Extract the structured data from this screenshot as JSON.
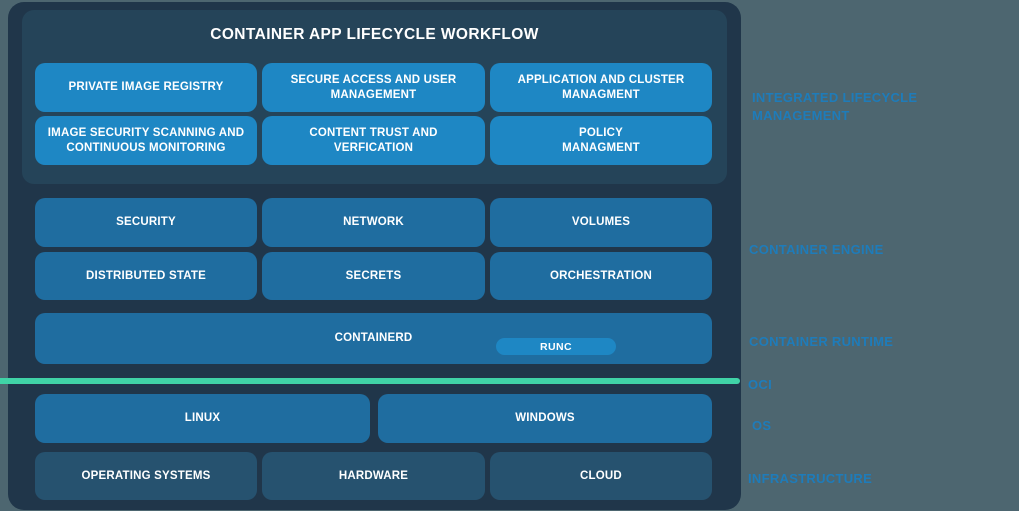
{
  "diagram": {
    "title": "CONTAINER APP LIFECYCLE WORKFLOW",
    "integrated_lifecycle": {
      "row1": [
        "PRIVATE IMAGE REGISTRY",
        "SECURE ACCESS AND USER\nMANAGEMENT",
        "APPLICATION AND CLUSTER\nMANAGMENT"
      ],
      "row2": [
        "IMAGE SECURITY SCANNING AND\nCONTINUOUS MONITORING",
        "CONTENT TRUST AND\nVERFICATION",
        "POLICY\nMANAGMENT"
      ]
    },
    "container_engine": {
      "row1": [
        "SECURITY",
        "NETWORK",
        "VOLUMES"
      ],
      "row2": [
        "DISTRIBUTED STATE",
        "SECRETS",
        "ORCHESTRATION"
      ]
    },
    "container_runtime": {
      "containerd": "CONTAINERD",
      "runc": "RUNC"
    },
    "os": [
      "LINUX",
      "WINDOWS"
    ],
    "infrastructure": [
      "OPERATING SYSTEMS",
      "HARDWARE",
      "CLOUD"
    ]
  },
  "side_labels": {
    "integrated_lifecycle": "INTEGRATED LIFECYCLE\nMANAGEMENT",
    "container_engine": "CONTAINER ENGINE",
    "container_runtime": "CONTAINER RUNTIME",
    "oci": "OCI",
    "os": "OS",
    "infrastructure": "INFRASTRUCTURE"
  },
  "colors": {
    "page_background": "#4d6670",
    "panel_background": "#20364a",
    "header_panel_background": "#254459",
    "bright_blue_box": "#1e87c4",
    "steel_blue_box": "#1f6da0",
    "muted_blue_box": "#26526f",
    "oci_line_teal": "#40d3a7",
    "side_label_blue": "#1e7cba",
    "box_text": "#ffffff"
  }
}
